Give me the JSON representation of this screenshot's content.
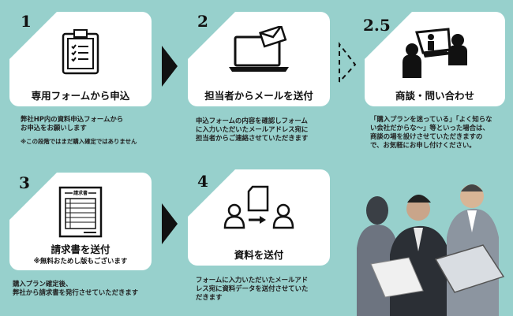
{
  "steps": [
    {
      "number": "1",
      "title": "専用フォームから申込",
      "desc": [
        "弊社HP内の資料申込フォームから",
        "お申込をお願いします"
      ],
      "note": "※この段階ではまだ購入確定ではありません"
    },
    {
      "number": "2",
      "title": "担当者からメールを送付",
      "desc": [
        "申込フォームの内容を確認しフォーム",
        "に入力いただいたメールアドレス宛に",
        "担当者からご連絡させていただきます"
      ]
    },
    {
      "number": "2.5",
      "title": "商談・問い合わせ",
      "desc": [
        "「購入プランを迷っている」「よく知らな",
        "い会社だからな～」等といった場合は、",
        "商談の場を設けさせていただきますの",
        "で、お気軽にお申し付けください。"
      ]
    },
    {
      "number": "3",
      "title": "請求書を送付",
      "subtitle": "※無料おためし版もございます",
      "icon_label": "請求書",
      "desc": [
        "購入プラン確定後、",
        "弊社から請求書を発行させていただきます"
      ]
    },
    {
      "number": "4",
      "title": "資料を送付",
      "desc": [
        "フォームに入力いただいたメールアド",
        "レス宛に資料データを送付させていた",
        "だきます"
      ]
    }
  ],
  "colors": {
    "background": "#97d0cc",
    "card": "#ffffff",
    "ink": "#111111"
  }
}
